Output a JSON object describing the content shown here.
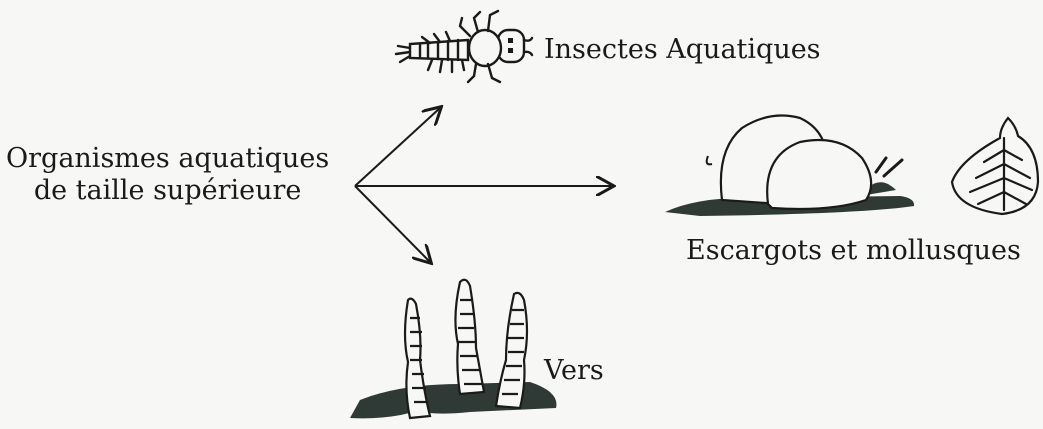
{
  "diagram": {
    "source": {
      "line1": "Organismes aquatiques",
      "line2": "de taille supérieure"
    },
    "targets": {
      "insects": "Insectes Aquatiques",
      "snails": "Escargots et mollusques",
      "worms": "Vers"
    }
  },
  "colors": {
    "ink": "#1a1a1a",
    "ground": "#2f3a36",
    "background": "#f7f7f5"
  }
}
